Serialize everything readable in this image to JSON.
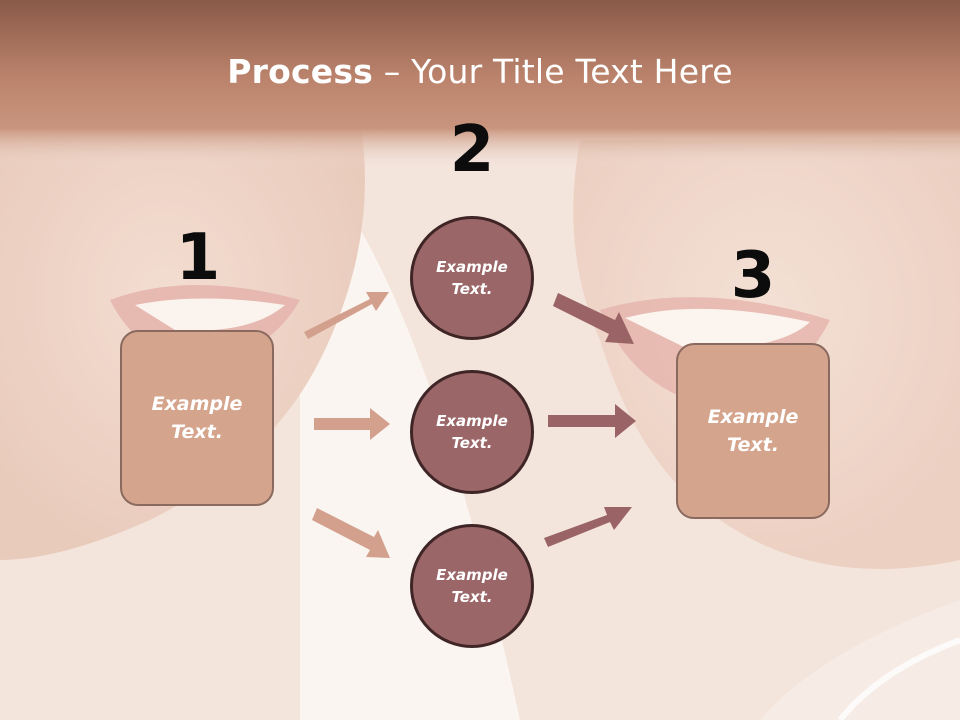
{
  "title": {
    "bold": "Process",
    "rest": " – Your Title Text Here"
  },
  "steps": {
    "one": {
      "number": "1",
      "label_line1": "Example",
      "label_line2": "Text."
    },
    "two": {
      "number": "2"
    },
    "three": {
      "number": "3",
      "label_line1": "Example",
      "label_line2": "Text."
    }
  },
  "nodes": [
    {
      "label_line1": "Example",
      "label_line2": "Text."
    },
    {
      "label_line1": "Example",
      "label_line2": "Text."
    },
    {
      "label_line1": "Example",
      "label_line2": "Text."
    }
  ],
  "colors": {
    "header_band": "#b8806a",
    "box_fill": "#d4a48c",
    "circle_fill": "#9a6668",
    "arrow_light": "#d2a08c",
    "arrow_dark": "#9a6466"
  }
}
